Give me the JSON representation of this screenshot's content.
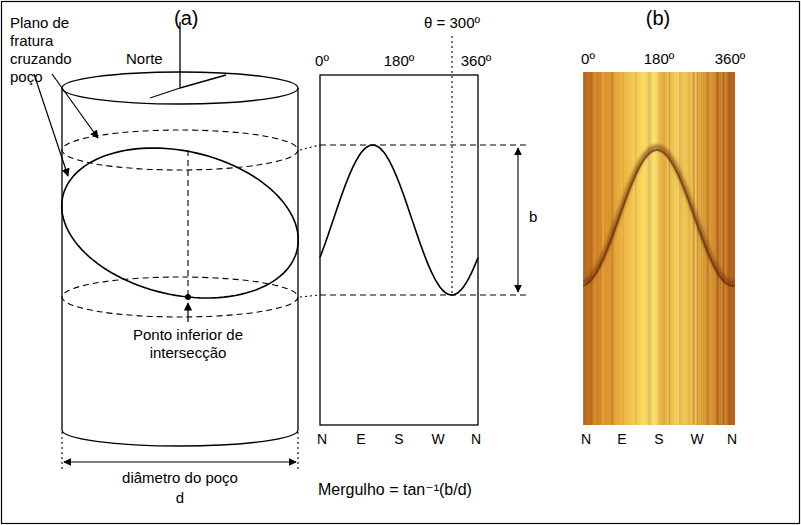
{
  "diagram": {
    "labels": [
      "(a)",
      "Plano de fratura cruzando poço",
      "Norte",
      "Ponto inferior de intersecção",
      "diâmetro do poço",
      "d",
      "0º",
      "180º",
      "360º",
      "θ = 300º",
      "b",
      "N",
      "E",
      "S",
      "W",
      "N",
      "Mergulho = tan⁻¹(b/d)",
      "(b)",
      "0º",
      "180º",
      "360º",
      "N",
      "E",
      "S",
      "W",
      "N"
    ]
  }
}
